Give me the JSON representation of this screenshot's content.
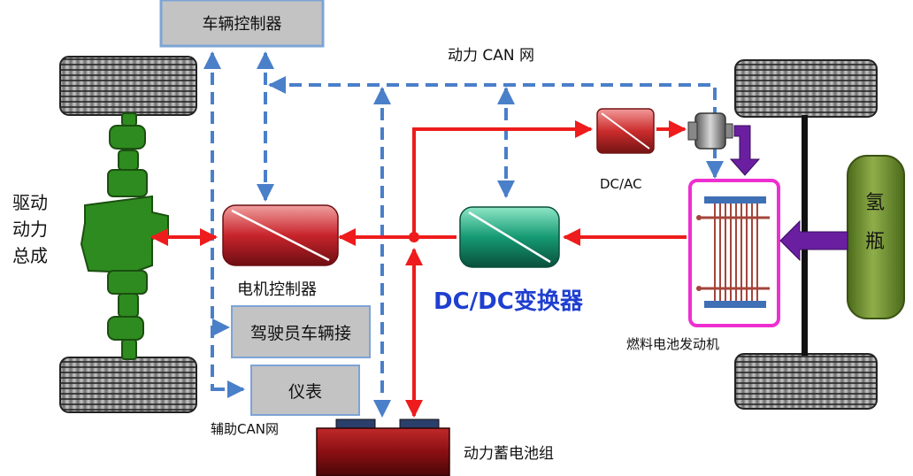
{
  "labels": {
    "vehicle_controller": "车辆控制器",
    "power_can": "动力 CAN 网",
    "drive_assembly": [
      "驱动",
      "动力",
      "总成"
    ],
    "motor_controller": "电机控制器",
    "dcdc_converter": "DC/DC变换器",
    "dcac": "DC/AC",
    "driver_interface": "驾驶员车辆接",
    "instrument": "仪表",
    "aux_can": "辅助CAN网",
    "battery_pack": "动力蓄电池组",
    "fuel_cell_engine": "燃料电池发动机",
    "hydrogen_tank": [
      "氢",
      "瓶"
    ]
  },
  "colors": {
    "power_line": "#ee1c1c",
    "can_line": "#4a7fc9",
    "drive_green": "#2e8b1f",
    "motor_red": "#c8242c",
    "dcdc_teal": "#159a73",
    "hydrogen_green": "#6f8f2c",
    "fuel_cell_border": "#ee2fd0",
    "intake_purple": "#6a1fa0",
    "label_blue": "#1f3fd0",
    "box_gray": "#c3c3c3"
  },
  "icons": [
    "tire-icon",
    "axle-icon",
    "compressor-icon",
    "fuel-cell-stack-icon"
  ]
}
